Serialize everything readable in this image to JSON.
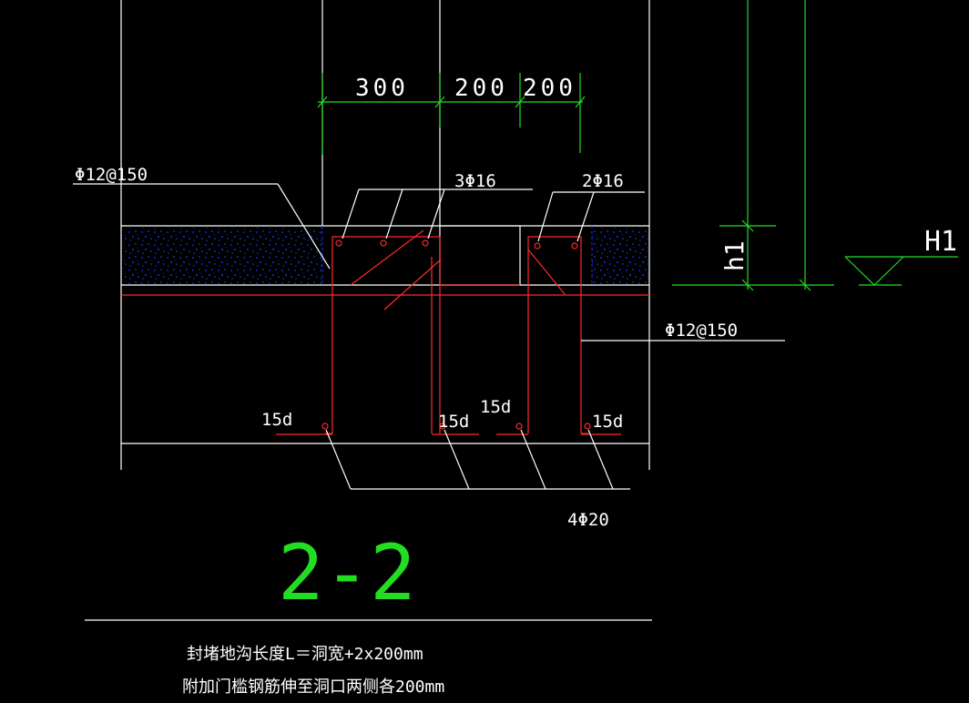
{
  "colors": {
    "background": "#000000",
    "linework": "#ffffff",
    "rebar": "#ff2a2a",
    "dimension": "#22dd22",
    "concrete_fill": "#1a2fff"
  },
  "dimensions": {
    "d1": "300",
    "d2": "200",
    "d3": "200",
    "height": "h1"
  },
  "elevation_mark": "H1",
  "labels": {
    "stirrup_top": "Φ12@150",
    "stirrup_right": "Φ12@150",
    "top_bars_left": "3Φ16",
    "top_bars_right": "2Φ16",
    "bottom_bars": "4Φ20",
    "anchor_1": "15d",
    "anchor_2": "15d",
    "anchor_3": "15d",
    "anchor_4": "15d"
  },
  "section_title": "2-2",
  "notes": {
    "line1": "封堵地沟长度L＝洞宽+2x200mm",
    "line2": "附加门槛钢筋伸至洞口两侧各200mm"
  }
}
